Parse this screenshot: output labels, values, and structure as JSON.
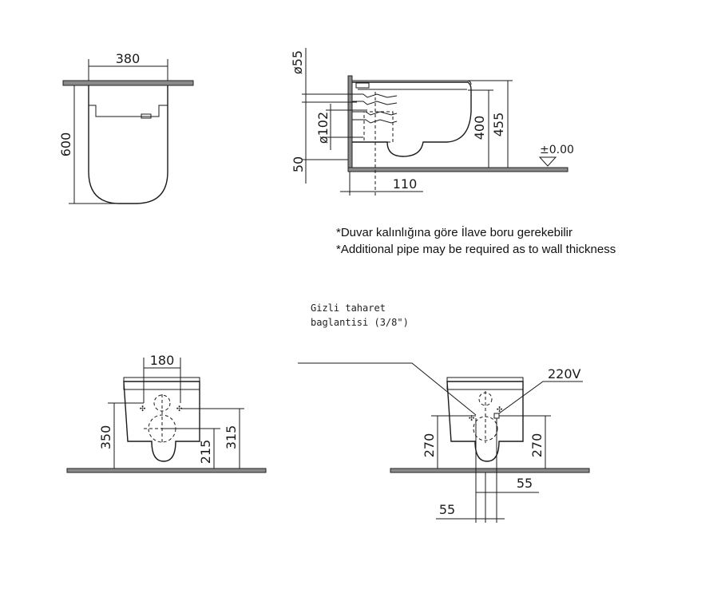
{
  "colors": {
    "line": "#1a1a1a",
    "floor": "#8a8a8a",
    "background": "#ffffff"
  },
  "top_view": {
    "width": "380",
    "depth": "600"
  },
  "side_view": {
    "pipe_diameter_small": "ø55",
    "pipe_diameter_large": "ø102",
    "offset_bottom": "50",
    "height_a": "400",
    "height_b": "455",
    "projection": "110",
    "floor_level": "±0.00"
  },
  "notes": {
    "tr": "*Duvar kalınlığına göre İlave boru gerekebilir",
    "en": "*Additional pipe may be required as to wall thickness"
  },
  "front_view_left": {
    "spacing": "180",
    "height_1": "350",
    "height_2": "215",
    "height_3": "315"
  },
  "front_view_right": {
    "callout_line1": "Gizli taharet",
    "callout_line2": "baglantisi (3/8\")",
    "power": "220V",
    "height_left": "270",
    "height_right": "270",
    "offset_right": "55",
    "offset_left": "55"
  }
}
